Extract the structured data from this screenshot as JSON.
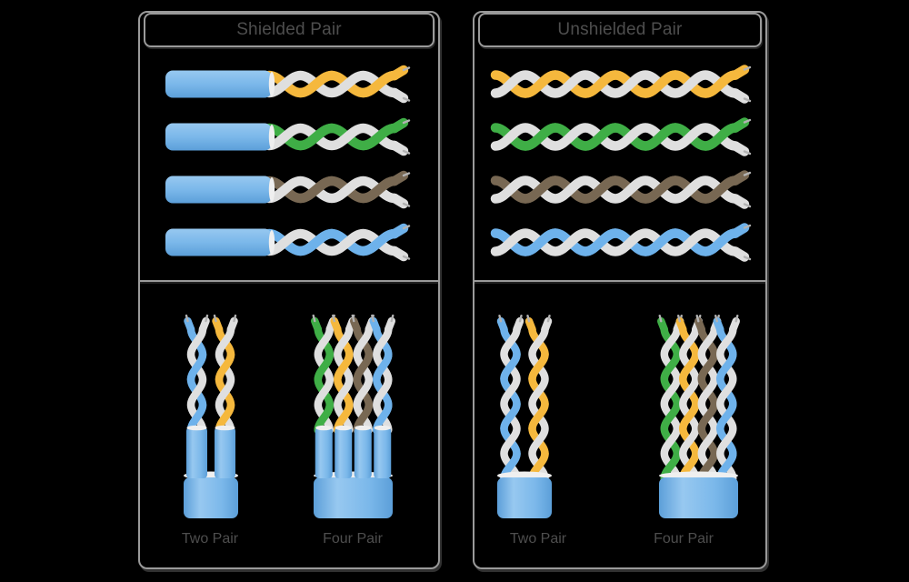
{
  "background": "#000000",
  "border_color": "#9a9a9a",
  "text_color": "#4e4e4e",
  "palette": {
    "orange": "#F5B83D",
    "green": "#3FAE46",
    "brown": "#786853",
    "blue": "#6EB2EB",
    "white_wire": "#DFDFDF",
    "tube_light": "#97C8F0",
    "tube_mid": "#7BB8EA",
    "tube_dark": "#5C9FD9",
    "rim_white": "#EFEFEF",
    "lead_gray": "#B3B3B3"
  },
  "panels": [
    {
      "title": "Shielded Pair",
      "shielded": true,
      "top_rows": [
        "orange",
        "green",
        "brown",
        "blue"
      ],
      "bottom": [
        {
          "label": "Two Pair",
          "pairs": [
            "blue",
            "orange"
          ]
        },
        {
          "label": "Four Pair",
          "pairs": [
            "green",
            "orange",
            "brown",
            "blue"
          ]
        }
      ]
    },
    {
      "title": "Unshielded Pair",
      "shielded": false,
      "top_rows": [
        "orange",
        "green",
        "brown",
        "blue"
      ],
      "bottom": [
        {
          "label": "Two Pair",
          "pairs": [
            "blue",
            "orange"
          ]
        },
        {
          "label": "Four Pair",
          "pairs": [
            "green",
            "orange",
            "brown",
            "blue"
          ]
        }
      ]
    }
  ]
}
